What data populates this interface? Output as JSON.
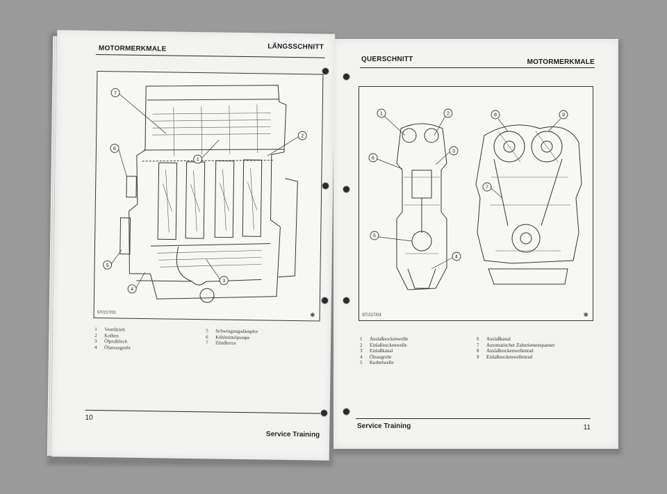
{
  "left_page": {
    "header_left": "MOTORMERKMALE",
    "header_right": "LÄNGSSCHNITT",
    "figure_code": "ST/217/01",
    "callouts": [
      "1",
      "2",
      "3",
      "4",
      "5",
      "6",
      "7"
    ],
    "legend": [
      {
        "num": "1",
        "text": "Ventiltrieb"
      },
      {
        "num": "2",
        "text": "Kolben"
      },
      {
        "num": "3",
        "text": "Ölpralblech"
      },
      {
        "num": "4",
        "text": "Ölansaugrohr"
      },
      {
        "num": "5",
        "text": "Schwingungsdämpfer"
      },
      {
        "num": "6",
        "text": "Kühlmittelpumpe"
      },
      {
        "num": "7",
        "text": "Zündkerze"
      }
    ],
    "page_number": "10",
    "footer": "Service Training"
  },
  "right_page": {
    "header_left": "QUERSCHNITT",
    "header_right": "MOTORMERKMALE",
    "figure_code": "ST/217/03",
    "callouts": [
      "1",
      "2",
      "3",
      "4",
      "5",
      "6",
      "7",
      "8",
      "9"
    ],
    "legend": [
      {
        "num": "1",
        "text": "Auslaßnockenwelle"
      },
      {
        "num": "2",
        "text": "Einlaßnockenwelle"
      },
      {
        "num": "3",
        "text": "Einlaßkanal"
      },
      {
        "num": "4",
        "text": "Ölsaugrohr"
      },
      {
        "num": "5",
        "text": "Kurbelwelle"
      },
      {
        "num": "6",
        "text": "Auslaßkanal"
      },
      {
        "num": "7",
        "text": "Automatischer Zahnriemenspanner"
      },
      {
        "num": "8",
        "text": "Auslaßnockenwellenrad"
      },
      {
        "num": "9",
        "text": "Einlaßnockenwellenrad"
      }
    ],
    "footer": "Service Training",
    "page_number": "11"
  }
}
